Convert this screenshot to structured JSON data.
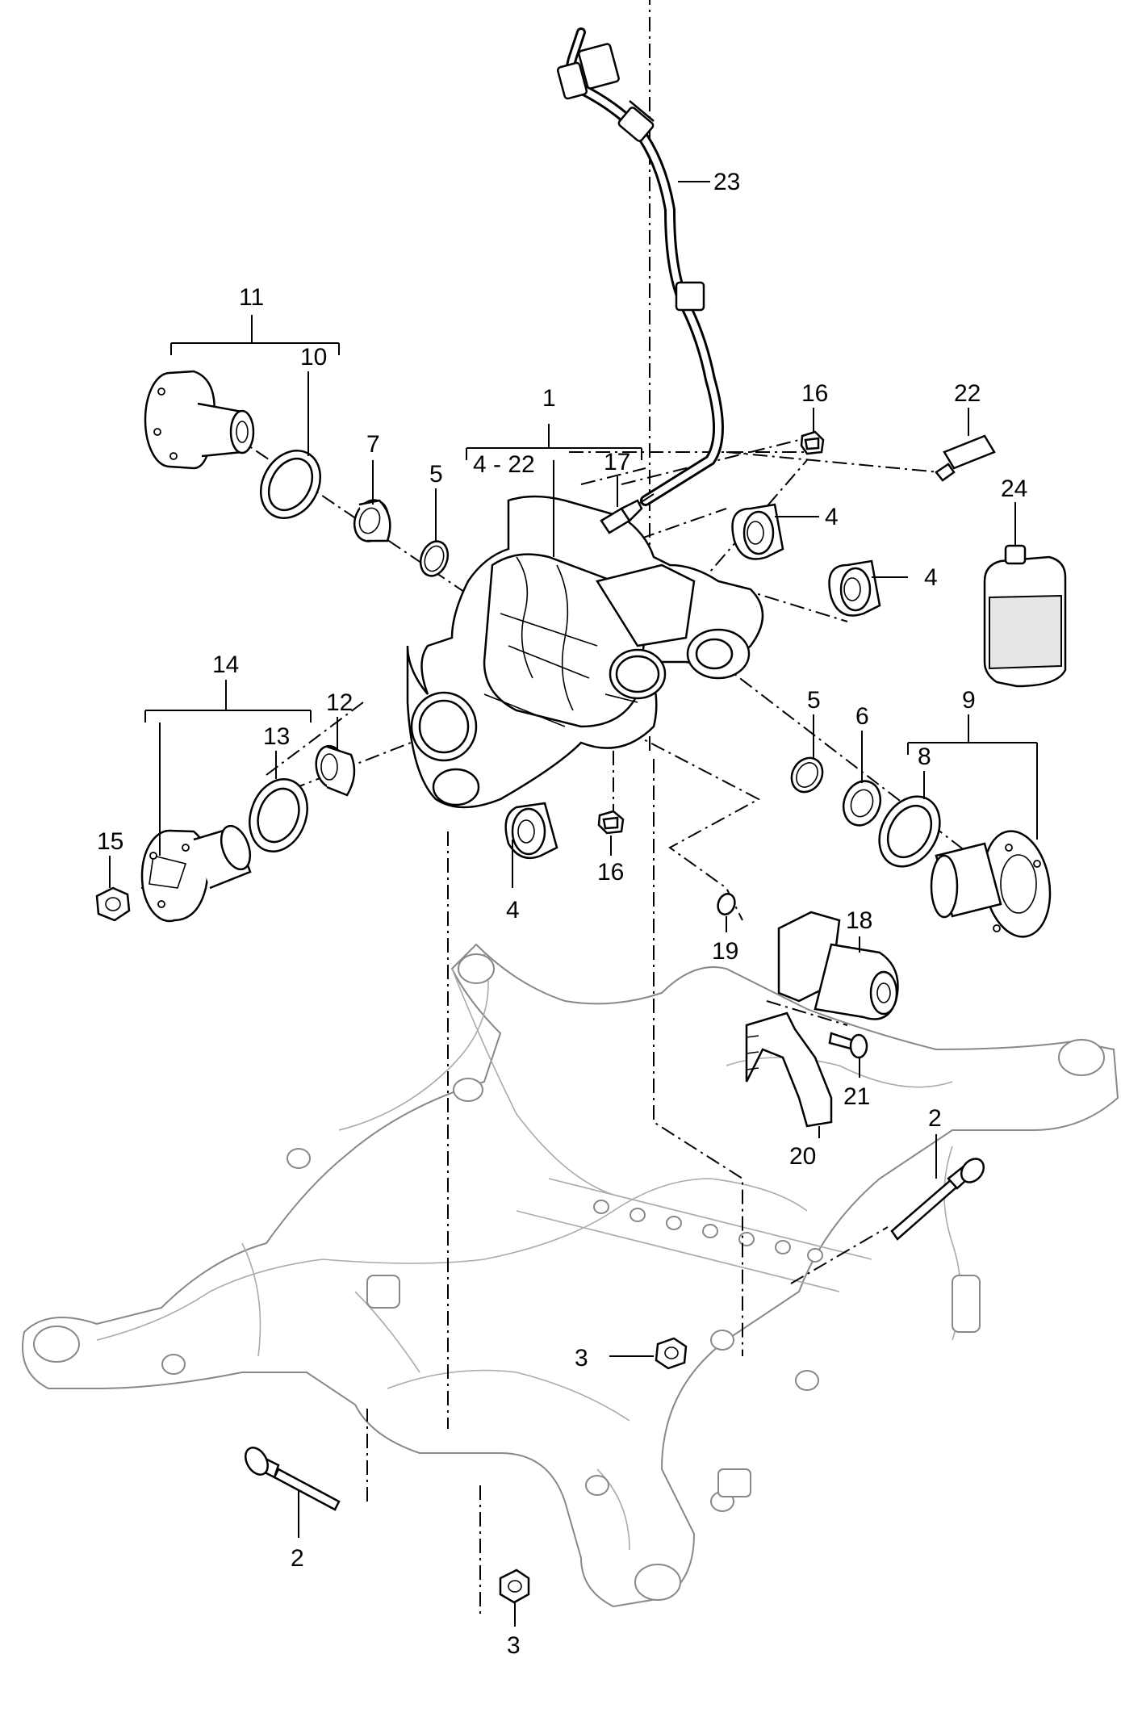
{
  "callouts": {
    "c1": "1",
    "c4_22": "4 - 22",
    "c2a": "2",
    "c2b": "2",
    "c3a": "3",
    "c3b": "3",
    "c4a": "4",
    "c4b": "4",
    "c4c": "4",
    "c5a": "5",
    "c5b": "5",
    "c6": "6",
    "c7": "7",
    "c8": "8",
    "c9": "9",
    "c10": "10",
    "c11": "11",
    "c12": "12",
    "c13": "13",
    "c14": "14",
    "c15": "15",
    "c16a": "16",
    "c16b": "16",
    "c17": "17",
    "c18": "18",
    "c19": "19",
    "c20": "20",
    "c21": "21",
    "c22": "22",
    "c23": "23",
    "c24": "24"
  }
}
